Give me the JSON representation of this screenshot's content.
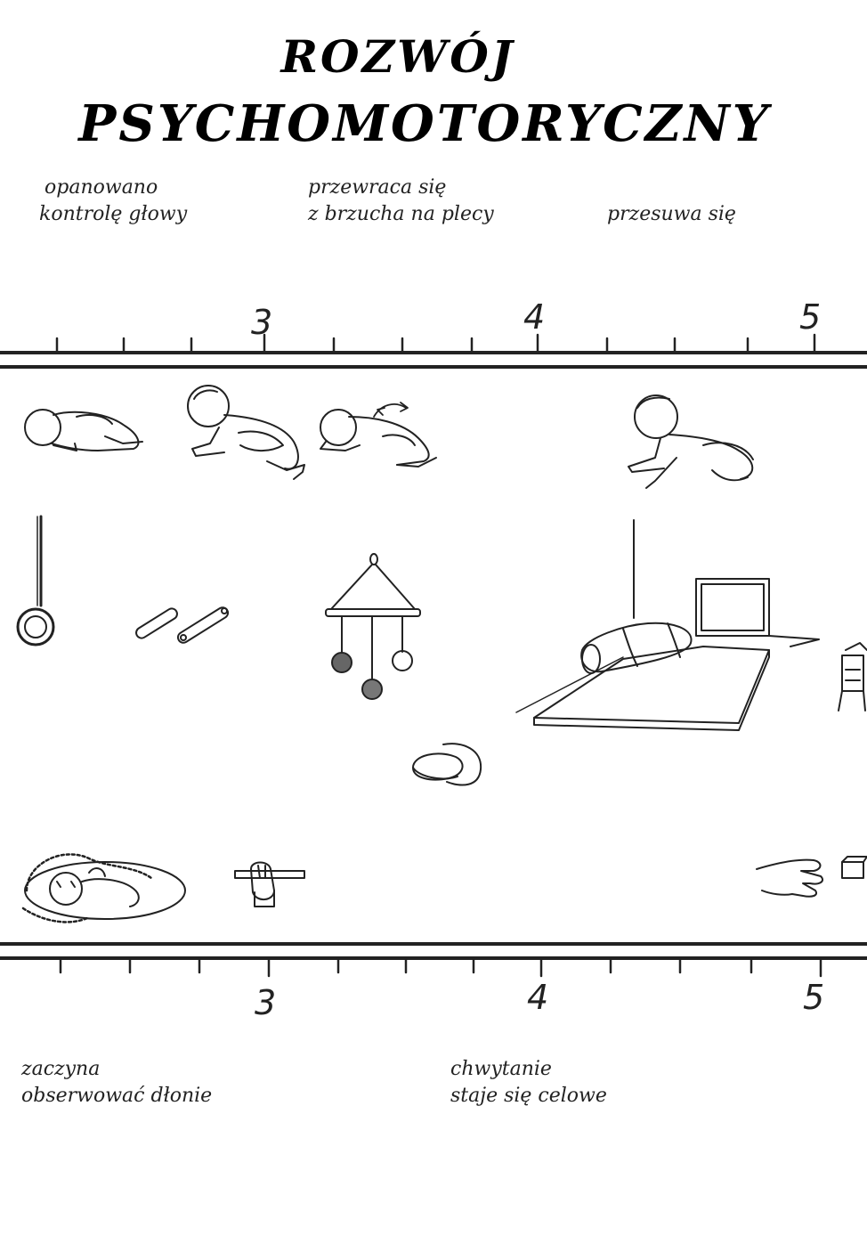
{
  "title": {
    "line1": "ROZWÓJ",
    "line2": "PSYCHOMOTORYCZNY"
  },
  "top_notes": [
    {
      "line1": "opanowano",
      "line2": "kontrolę głowy"
    },
    {
      "line1": "przewraca się",
      "line2": "z brzucha na plecy"
    },
    {
      "line1": "przesuwa się"
    }
  ],
  "bottom_notes": [
    {
      "line1": "zaczyna",
      "line2": "obserwować dłonie"
    },
    {
      "line1": "chwytanie",
      "line2": "staje się celowe"
    }
  ],
  "top_ruler": {
    "labels": [
      "3",
      "4",
      "5"
    ]
  },
  "bottom_ruler": {
    "labels": [
      "3",
      "4",
      "5"
    ]
  },
  "illustrations": [
    "baby-prone-icon",
    "baby-head-up-icon",
    "baby-rolling-icon",
    "baby-crawling-icon",
    "ring-toy-icon",
    "rattle-sticks-icon",
    "hanging-mobile-icon",
    "mattress-bolster-icon",
    "cap-toy-icon",
    "baby-in-basket-icon",
    "hand-grasp-bar-icon",
    "hand-reaching-block-icon",
    "chair-icon"
  ]
}
